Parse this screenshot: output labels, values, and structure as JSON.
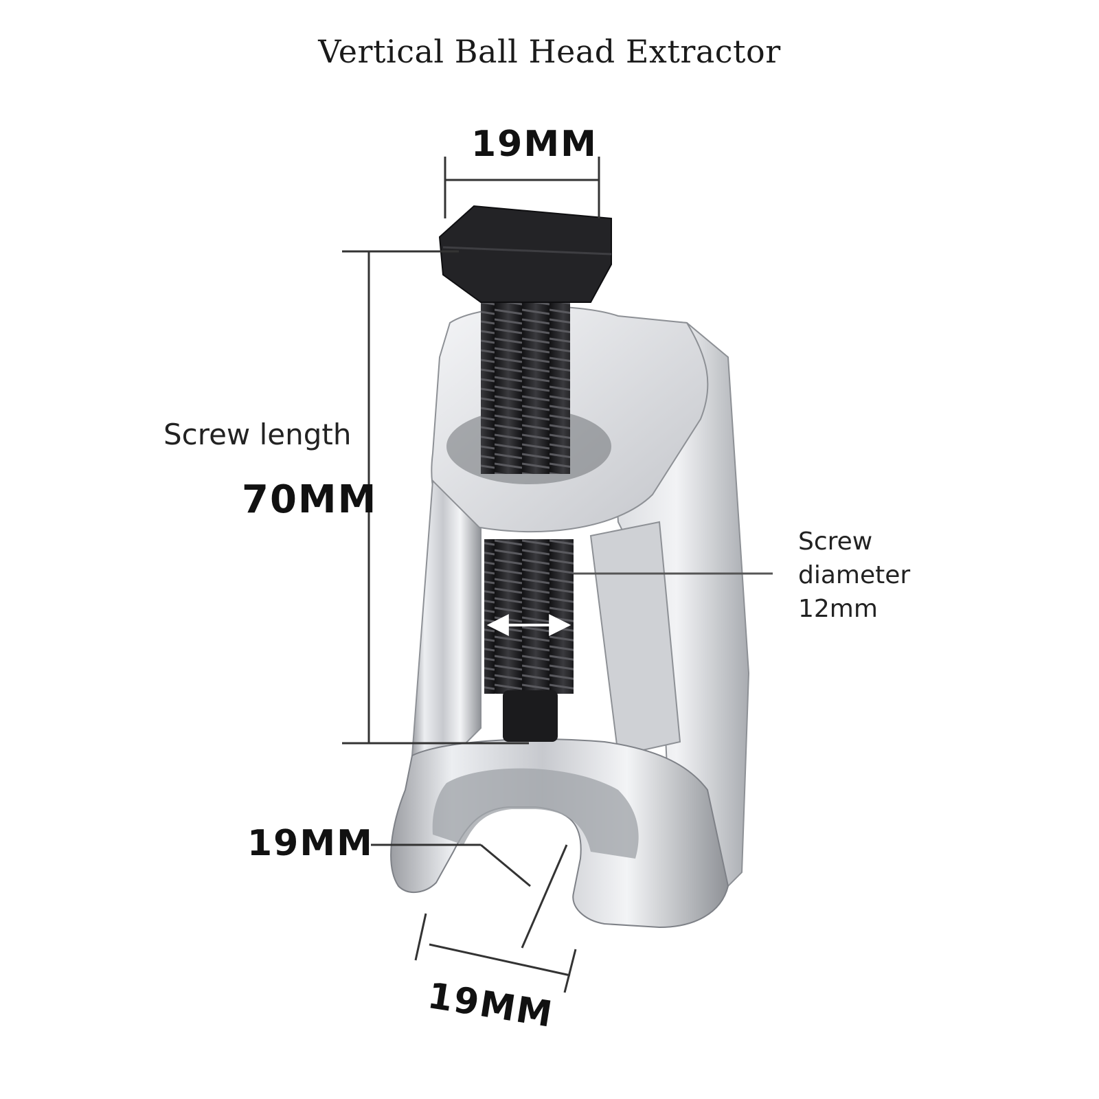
{
  "title": "Vertical Ball Head Extractor",
  "labels": {
    "head_width": "19MM",
    "screw_length_caption": "Screw length",
    "screw_length_value": "70MM",
    "screw_diameter_line1": "Screw",
    "screw_diameter_line2": "diameter",
    "screw_diameter_line3": "12mm",
    "jaw_inner": "19MM",
    "jaw_opening": "19MM"
  },
  "colors": {
    "background": "#ffffff",
    "steel_light": "#e6e7ea",
    "steel_mid": "#b9bbc0",
    "steel_dark": "#7e8187",
    "bolt_black": "#1b1b1d",
    "dimension_line": "#333333"
  }
}
